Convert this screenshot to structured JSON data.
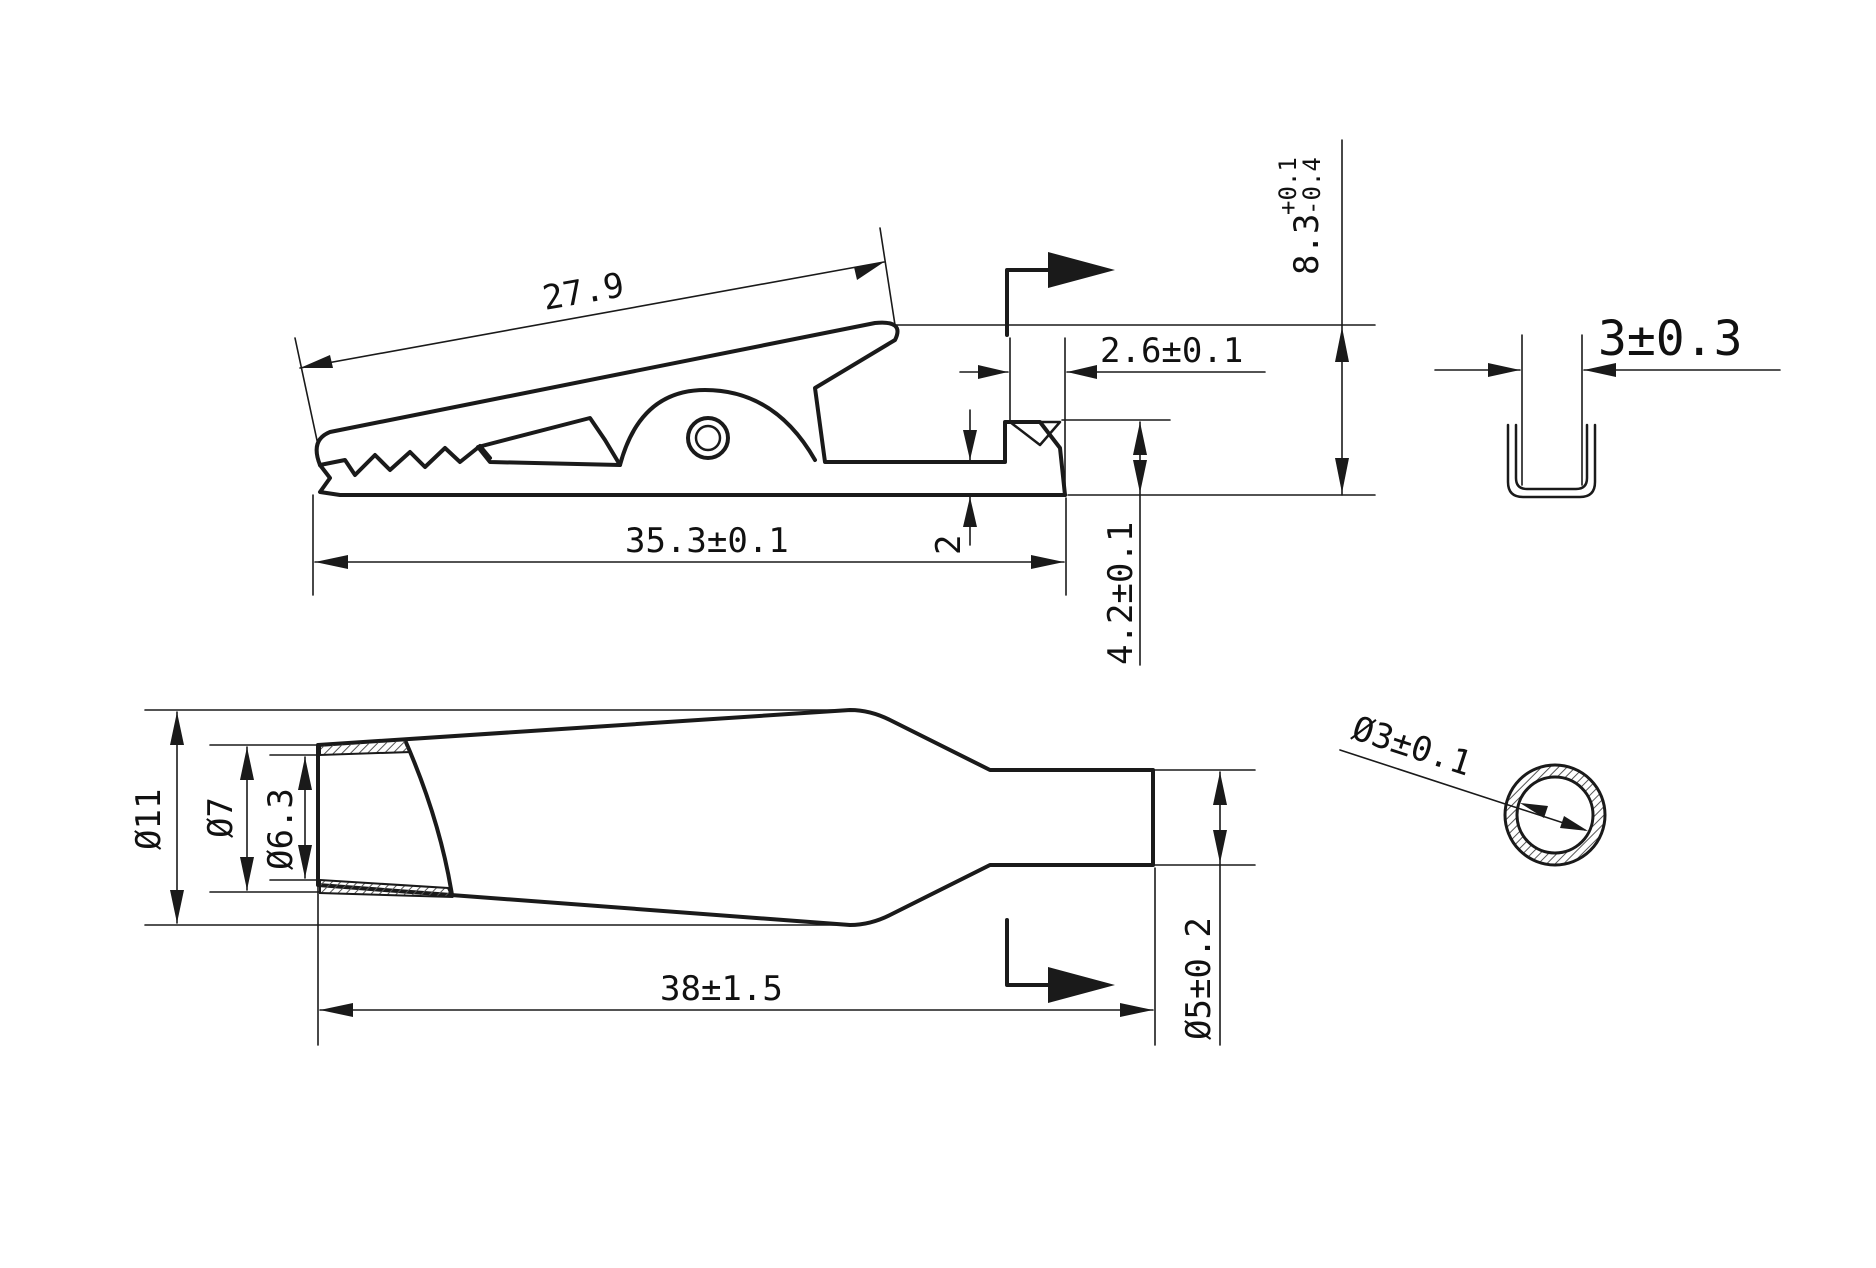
{
  "drawing": {
    "colors": {
      "ink": "#1a1a1a",
      "background": "#ffffff",
      "hatch": "#555555"
    },
    "dimensions": {
      "jaw_length": "27.9",
      "clip_length": "35.3±0.1",
      "spring_width": "2.6±0.1",
      "tail_height": "2",
      "rear_height": "4.2±0.1",
      "total_height_base": "8.3",
      "total_height_tol_upper": "+0.1",
      "total_height_tol_lower": "-0.4",
      "section_width": "3±0.3",
      "boot_outer_dia": "Ø11",
      "boot_mouth_dia": "Ø7",
      "boot_inner_dia": "Ø6.3",
      "boot_length": "38±1.5",
      "boot_tail_dia": "Ø5±0.2",
      "tube_dia": "Ø3±0.1"
    }
  }
}
